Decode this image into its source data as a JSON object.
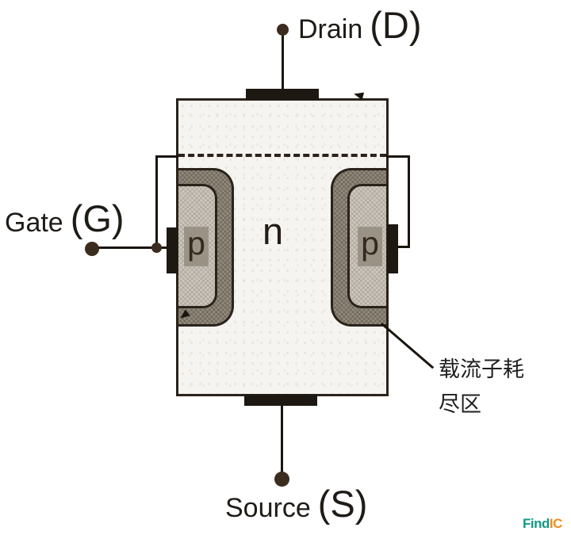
{
  "diagram": {
    "type": "jfet-cross-section",
    "terminals": {
      "drain": {
        "label": "Drain",
        "symbol": "(D)"
      },
      "gate": {
        "label": "Gate",
        "symbol": "(G)"
      },
      "source": {
        "label": "Source",
        "symbol": "(S)"
      }
    },
    "regions": {
      "n": "n",
      "p_left": "p",
      "p_right": "p"
    },
    "annotation": {
      "line1": "载流子耗",
      "line2": "尽区"
    },
    "colors": {
      "body_fill": "#f6f4f0",
      "depletion_band_fill": "#90897b",
      "p_core_fill": "#cbc5bb",
      "outline": "#2a231c",
      "electrode": "#1e1813",
      "terminal_dot": "#3c2c1d",
      "p_label_box": "#9a9285"
    }
  },
  "watermark": {
    "part1": "Find",
    "part2": "IC",
    "part1_color": "#0e9a84",
    "part2_color": "#f08c1f"
  }
}
